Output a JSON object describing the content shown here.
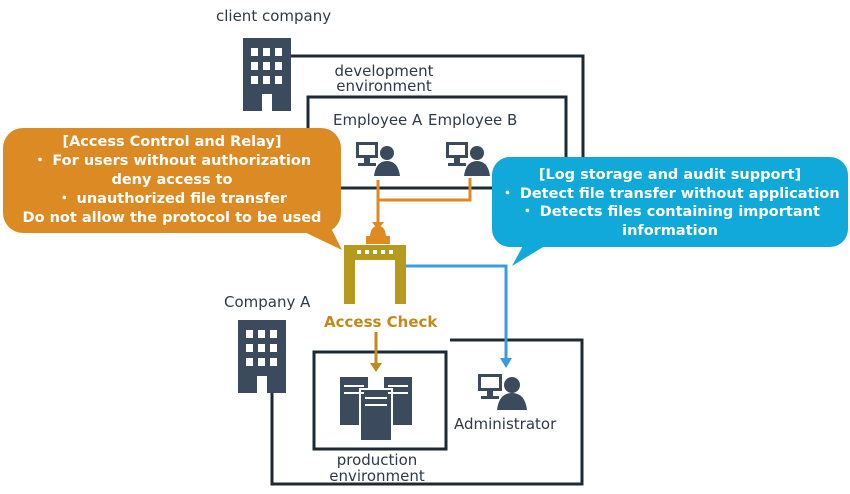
{
  "client": {
    "company_label": "client company",
    "environment_label_line1": "development",
    "environment_label_line2": "environment",
    "employee_a": "Employee A",
    "employee_b": "Employee B"
  },
  "company_a": {
    "company_label": "Company A",
    "production_label_line1": "production",
    "production_label_line2": "environment",
    "administrator": "Administrator"
  },
  "access_check_label": "Access Check",
  "callout_access": {
    "lines": [
      "[Access Control and Relay]",
      "・ For users without authorization",
      "deny access to",
      "・ unauthorized file transfer",
      "Do not allow the protocol to be used"
    ]
  },
  "callout_log": {
    "lines": [
      "[Log storage and audit support]",
      "・ Detect file transfer without application",
      "・ Detects files containing important",
      "information"
    ]
  },
  "colors": {
    "orange_callout": "#dc8a24",
    "blue_callout": "#11a9d9",
    "orange_line": "#e08a22",
    "blue_line": "#3b9be0",
    "gate_yellow": "#b59a1e",
    "icon_dark": "#3b4a5c",
    "outline": "#1f2933"
  }
}
